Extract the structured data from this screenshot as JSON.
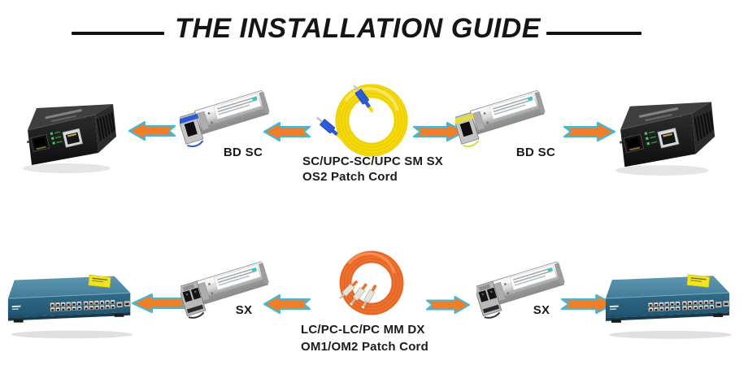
{
  "title": "THE INSTALLATION GUIDE",
  "row1": {
    "left_sfp_label": "BD SC",
    "right_sfp_label": "BD SC",
    "cord_caption_line1": "SC/UPC-SC/UPC SM SX",
    "cord_caption_line2": "OS2 Patch Cord"
  },
  "row2": {
    "left_sfp_label": "SX",
    "right_sfp_label": "SX",
    "cord_caption_line1": "LC/PC-LC/PC MM DX",
    "cord_caption_line2": "OM1/OM2 Patch Cord"
  },
  "colors": {
    "arrow_fill": "#F07E28",
    "arrow_stroke": "#3FB9DC",
    "cord1": "#F5D90A",
    "cord2": "#EE6F2D",
    "sfp_bail_left": "#2B5BD8",
    "sfp_bail_right": "#E3DC3C",
    "title_color": "#151515"
  }
}
